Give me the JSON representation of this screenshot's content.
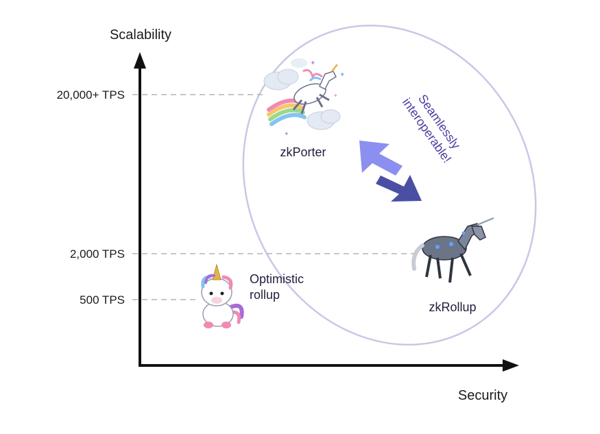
{
  "axes": {
    "y_title": "Scalability",
    "x_title": "Security"
  },
  "ticks": [
    {
      "label": "20,000+ TPS",
      "value": 20000
    },
    {
      "label": "2,000 TPS",
      "value": 2000
    },
    {
      "label": "500 TPS",
      "value": 500
    }
  ],
  "nodes": {
    "zkporter": {
      "label": "zkPorter",
      "icon": "rainbow-unicorn-icon"
    },
    "zkrollup": {
      "label": "zkRollup",
      "icon": "robot-unicorn-icon"
    },
    "optimistic": {
      "line1": "Optimistic",
      "line2": "rollup",
      "icon": "plush-unicorn-icon"
    }
  },
  "interop": {
    "line1": "Seamlessly",
    "line2": "interoperable!"
  },
  "colors": {
    "ellipse_stroke": "#c9c7e6",
    "arrow_light": "#8a8ff0",
    "arrow_dark": "#4a4fa3",
    "guide_line": "#b3b3b3",
    "axis": "#111111"
  }
}
